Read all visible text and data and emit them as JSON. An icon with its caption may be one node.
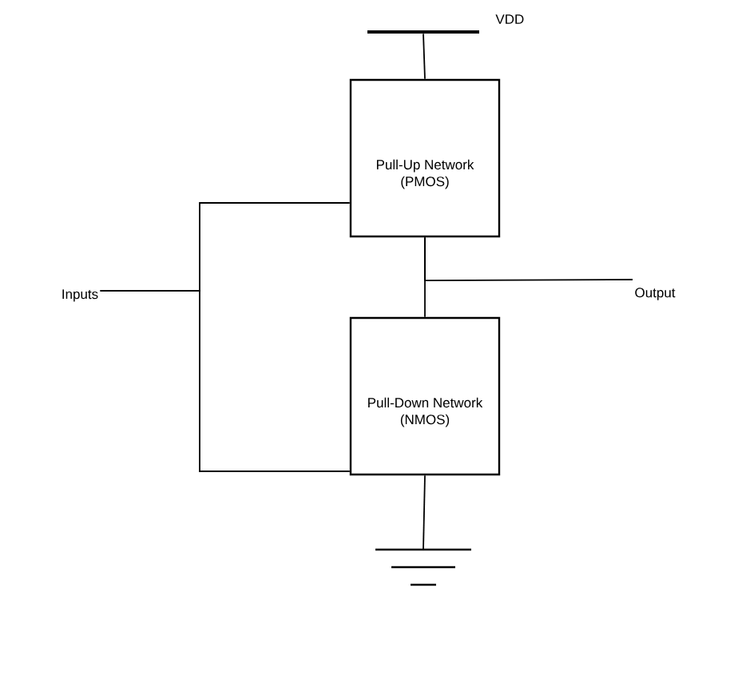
{
  "diagram": {
    "nodes": [
      {
        "text": [
          "Pull-Up Network",
          "(PMOS)"
        ]
      },
      {
        "text": [
          "Pull-Down Network",
          "(NMOS)"
        ]
      },
      {
        "text": [
          "Inputs"
        ]
      },
      {
        "text": [
          "Output"
        ]
      },
      {
        "text": [],
        "shape": "bar",
        "beside": [
          "VDD"
        ]
      },
      {
        "text": [],
        "shape": "ground"
      }
    ],
    "edges": [
      {
        "from": 4,
        "to": 0,
        "arrow": "none"
      },
      {
        "from": 0,
        "to": 1,
        "arrow": "none"
      },
      {
        "from": 0,
        "to": 3,
        "arrow": "none"
      },
      {
        "from": 2,
        "to": 0,
        "arrow": "none"
      },
      {
        "from": 2,
        "to": 1,
        "arrow": "none"
      },
      {
        "from": 1,
        "to": 5,
        "arrow": "none"
      }
    ]
  }
}
